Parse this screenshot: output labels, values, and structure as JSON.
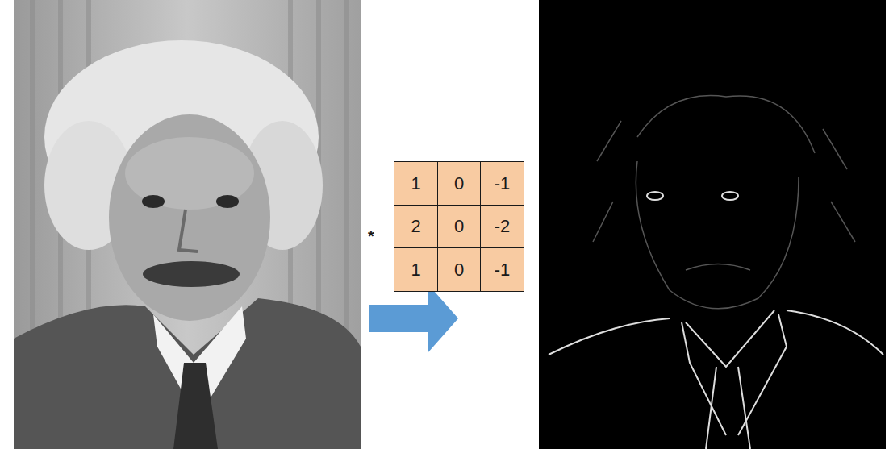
{
  "diagram": {
    "labels": [
      "*",
      "1",
      "0",
      "-1",
      "2",
      "0",
      "-2",
      "1",
      "0",
      "-1"
    ]
  }
}
